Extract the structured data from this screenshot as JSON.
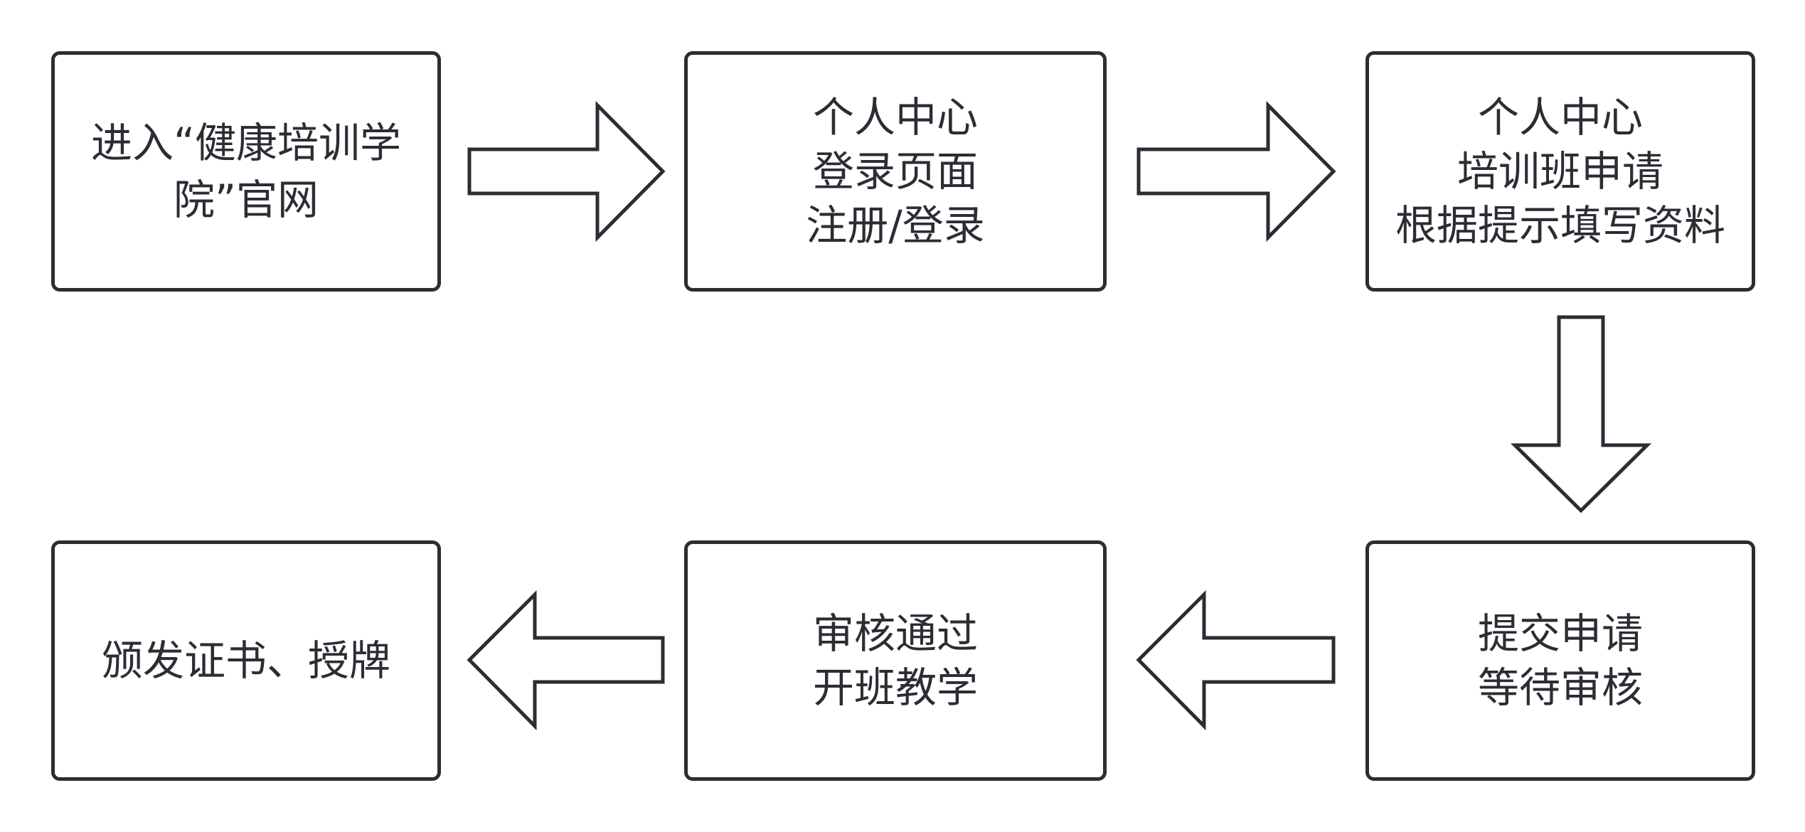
{
  "flowchart": {
    "steps": [
      {
        "id": "step-enter-website",
        "lines": [
          "进入“健康培训学",
          "院”官网"
        ]
      },
      {
        "id": "step-personal-center-login",
        "lines": [
          "个人中心",
          "登录页面",
          "注册/登录"
        ]
      },
      {
        "id": "step-training-application",
        "lines": [
          "个人中心",
          "培训班申请",
          "根据提示填写资料"
        ]
      },
      {
        "id": "step-submit-application",
        "lines": [
          "提交申请",
          "等待审核"
        ]
      },
      {
        "id": "step-approved-teaching",
        "lines": [
          "审核通过",
          "开班教学"
        ]
      },
      {
        "id": "step-issue-certificate",
        "lines": [
          "颁发证书、授牌"
        ]
      }
    ],
    "arrows": [
      {
        "from": "step-enter-website",
        "to": "step-personal-center-login",
        "direction": "right"
      },
      {
        "from": "step-personal-center-login",
        "to": "step-training-application",
        "direction": "right"
      },
      {
        "from": "step-training-application",
        "to": "step-submit-application",
        "direction": "down"
      },
      {
        "from": "step-submit-application",
        "to": "step-approved-teaching",
        "direction": "left"
      },
      {
        "from": "step-approved-teaching",
        "to": "step-issue-certificate",
        "direction": "left"
      }
    ],
    "colors": {
      "stroke": "#2a2d33",
      "fill": "#ffffff",
      "text": "#2a2d33"
    }
  }
}
